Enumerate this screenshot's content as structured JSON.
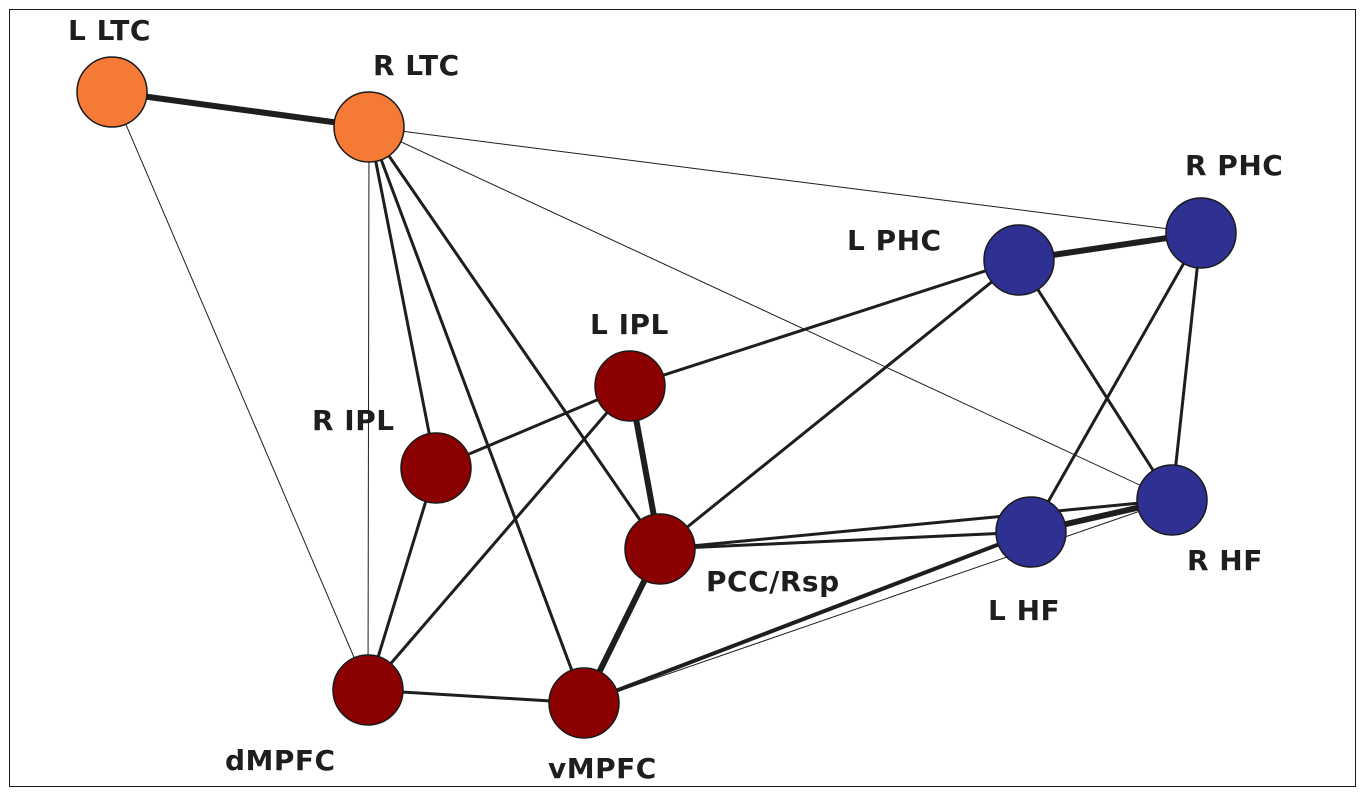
{
  "diagram": {
    "colors": {
      "orange": "#f47a35",
      "red": "#8b0000",
      "blue": "#2e3192",
      "edge": "#1e1e1e"
    },
    "nodes": [
      {
        "id": "l_ltc",
        "label": "L LTC",
        "color": "orange"
      },
      {
        "id": "r_ltc",
        "label": "R LTC",
        "color": "orange"
      },
      {
        "id": "r_phc",
        "label": "R PHC",
        "color": "blue"
      },
      {
        "id": "l_phc",
        "label": "L PHC",
        "color": "blue"
      },
      {
        "id": "l_ipl",
        "label": "L IPL",
        "color": "red"
      },
      {
        "id": "r_ipl",
        "label": "R IPL",
        "color": "red"
      },
      {
        "id": "pcc",
        "label": "PCC/Rsp",
        "color": "red"
      },
      {
        "id": "l_hf",
        "label": "L HF",
        "color": "blue"
      },
      {
        "id": "r_hf",
        "label": "R HF",
        "color": "blue"
      },
      {
        "id": "dmpfc",
        "label": "dMPFC",
        "color": "red"
      },
      {
        "id": "vmpfc",
        "label": "vMPFC",
        "color": "red"
      }
    ],
    "edges": [
      {
        "from": "l_ltc",
        "to": "r_ltc",
        "weight": "very-thick"
      },
      {
        "from": "l_ltc",
        "to": "dmpfc",
        "weight": "thin"
      },
      {
        "from": "r_ltc",
        "to": "r_phc",
        "weight": "thin"
      },
      {
        "from": "r_ltc",
        "to": "r_hf",
        "weight": "thin"
      },
      {
        "from": "r_ltc",
        "to": "dmpfc",
        "weight": "thin"
      },
      {
        "from": "r_ltc",
        "to": "r_ipl",
        "weight": "medium"
      },
      {
        "from": "r_ltc",
        "to": "vmpfc",
        "weight": "medium"
      },
      {
        "from": "r_ltc",
        "to": "pcc",
        "weight": "medium"
      },
      {
        "from": "l_phc",
        "to": "r_phc",
        "weight": "very-thick"
      },
      {
        "from": "l_phc",
        "to": "l_ipl",
        "weight": "medium"
      },
      {
        "from": "l_phc",
        "to": "pcc",
        "weight": "medium"
      },
      {
        "from": "l_phc",
        "to": "r_hf",
        "weight": "medium"
      },
      {
        "from": "r_phc",
        "to": "l_hf",
        "weight": "medium"
      },
      {
        "from": "r_phc",
        "to": "r_hf",
        "weight": "medium"
      },
      {
        "from": "l_ipl",
        "to": "r_ipl",
        "weight": "medium"
      },
      {
        "from": "l_ipl",
        "to": "pcc",
        "weight": "very-thick"
      },
      {
        "from": "l_ipl",
        "to": "dmpfc",
        "weight": "medium"
      },
      {
        "from": "r_ipl",
        "to": "dmpfc",
        "weight": "medium"
      },
      {
        "from": "pcc",
        "to": "vmpfc",
        "weight": "very-thick"
      },
      {
        "from": "pcc",
        "to": "l_hf",
        "weight": "medium"
      },
      {
        "from": "pcc",
        "to": "r_hf",
        "weight": "medium"
      },
      {
        "from": "dmpfc",
        "to": "vmpfc",
        "weight": "medium"
      },
      {
        "from": "vmpfc",
        "to": "l_hf",
        "weight": "thick"
      },
      {
        "from": "vmpfc",
        "to": "r_hf",
        "weight": "thin"
      },
      {
        "from": "l_hf",
        "to": "r_hf",
        "weight": "very-thick"
      }
    ]
  }
}
